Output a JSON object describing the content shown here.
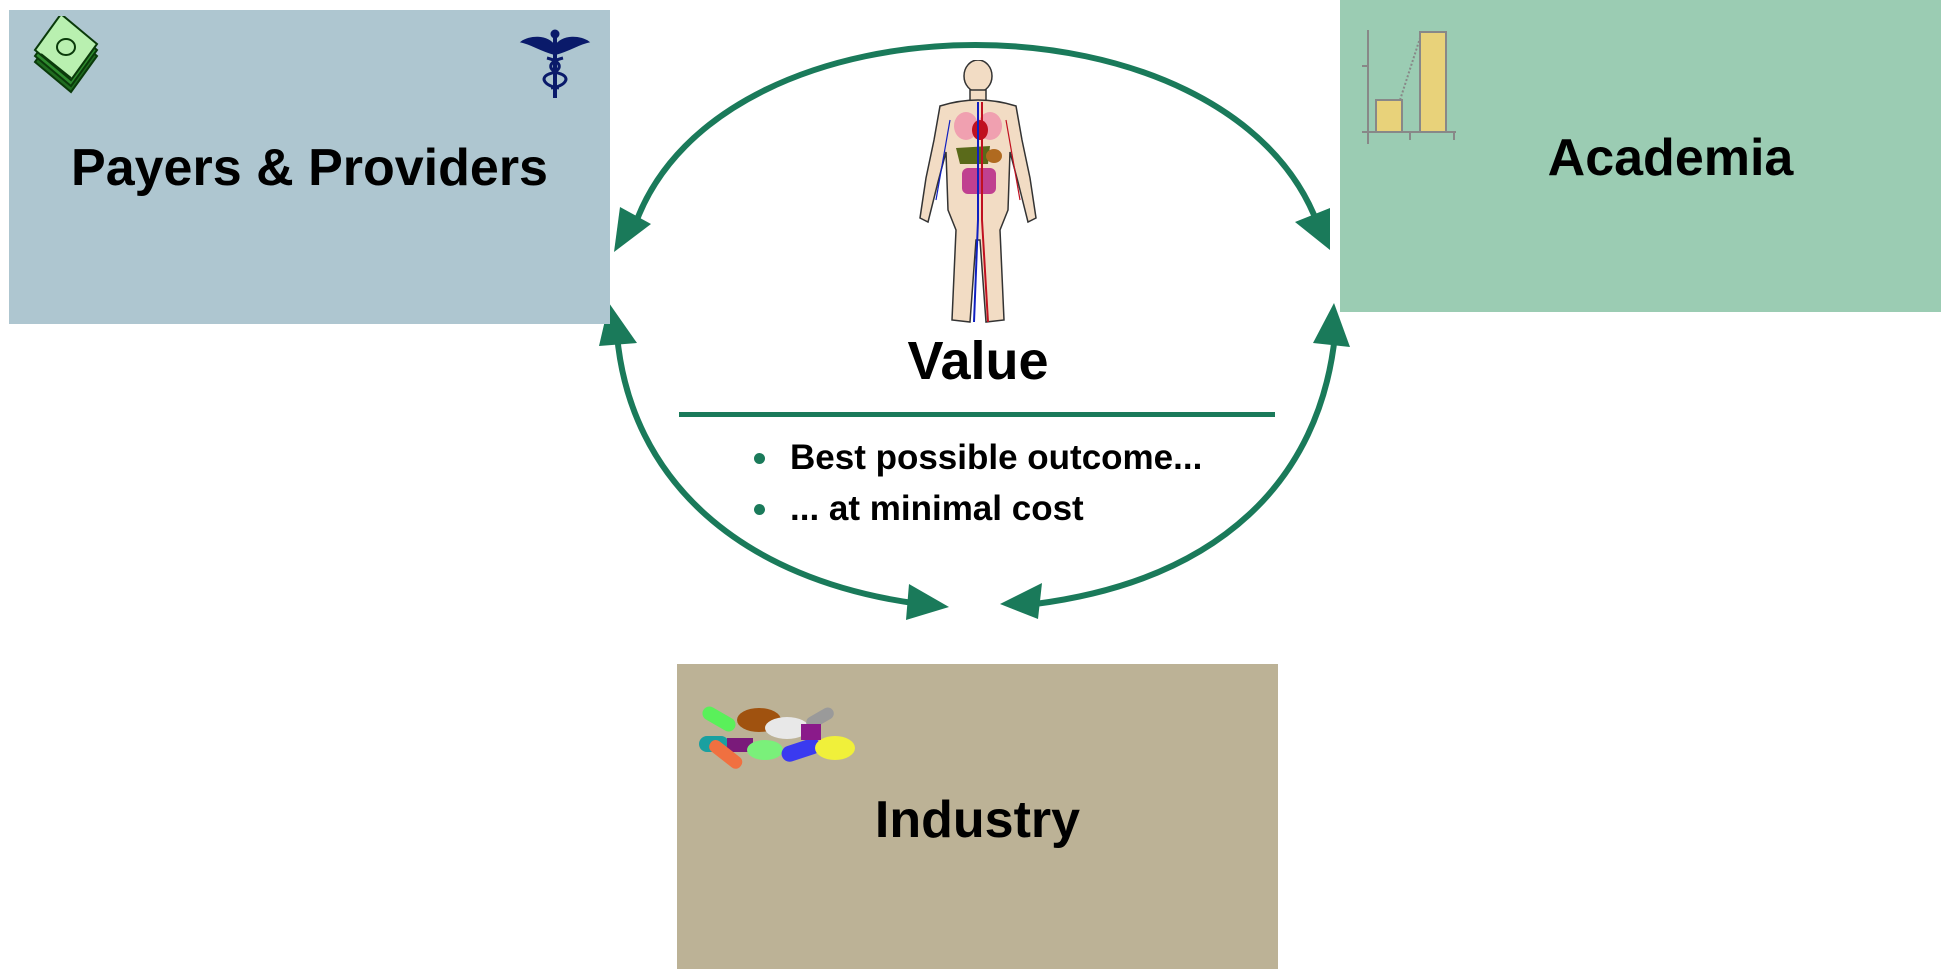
{
  "colors": {
    "payers_bg": "#aec6d0",
    "academia_bg": "#9bccb3",
    "industry_bg": "#bcb296",
    "arrow": "#1a7a5a",
    "text": "#000000"
  },
  "nodes": {
    "payers": {
      "title": "Payers & Providers",
      "icons": [
        "money-stack-icon",
        "caduceus-icon"
      ]
    },
    "academia": {
      "title": "Academia",
      "icons": [
        "bar-chart-icon"
      ]
    },
    "industry": {
      "title": "Industry",
      "icons": [
        "pills-icon"
      ]
    }
  },
  "center": {
    "icon": "human-body-icon",
    "title": "Value",
    "bullets": [
      "Best possible outcome...",
      "... at minimal cost"
    ]
  }
}
